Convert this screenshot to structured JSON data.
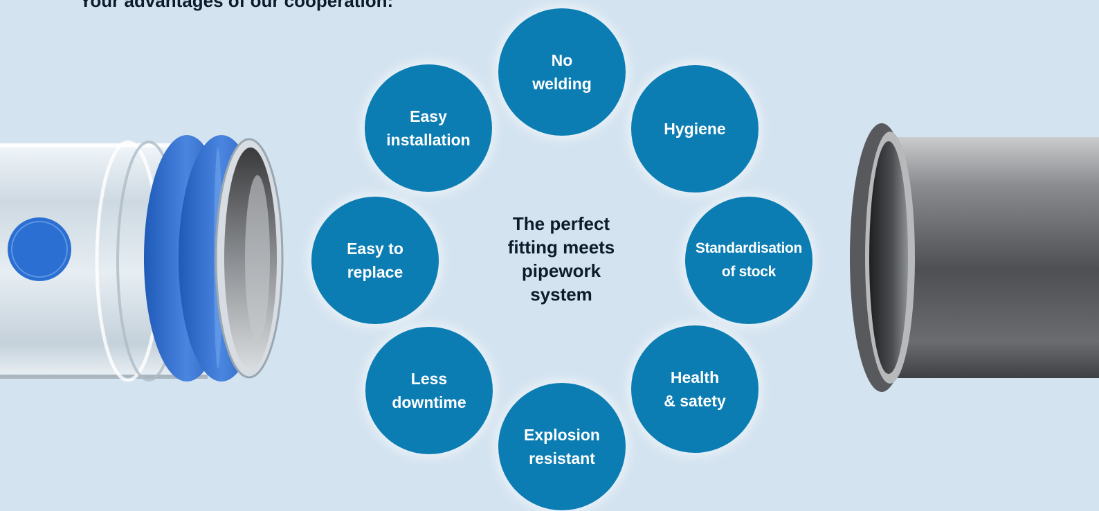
{
  "heading": "Your advantages of our cooperation:",
  "center_text": "The perfect\nfitting meets\npipework\nsystem",
  "benefits": [
    "No\nwelding",
    "Hygiene",
    "Standardisation\nof stock",
    "Health\n& satety",
    "Explosion\nresistant",
    "Less\ndowntime",
    "Easy to\nreplace",
    "Easy\ninstallation"
  ],
  "colors": {
    "background": "#d3e3f0",
    "bubble": "#0b7db3",
    "seal_blue": "#2f6fd4",
    "steel": "#6b6e72"
  },
  "icons": {
    "left": "transparent-connector-with-blue-seal",
    "right": "steel-pipe"
  }
}
